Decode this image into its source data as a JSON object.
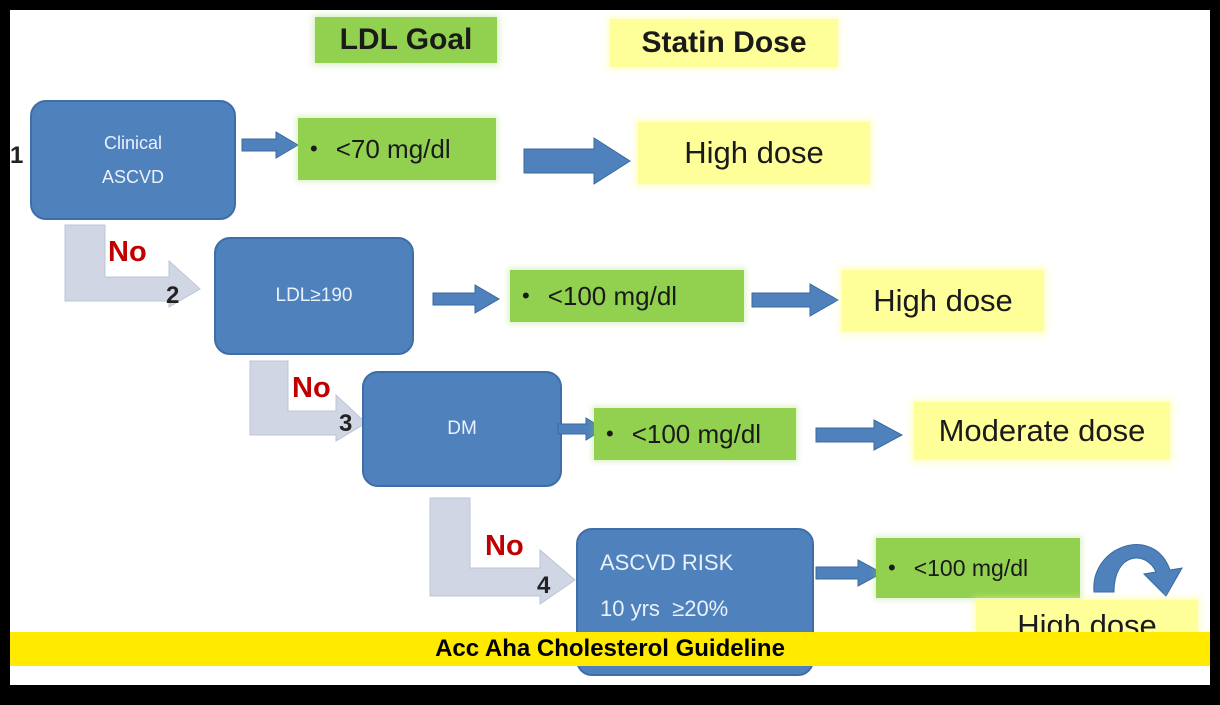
{
  "headers": {
    "ldl_goal": "LDL Goal",
    "statin_dose": "Statin Dose"
  },
  "steps": [
    {
      "number": "1",
      "label_lines": [
        "Clinical",
        "ASCVD"
      ],
      "goal": "<70 mg/dl",
      "dose": "High dose"
    },
    {
      "number": "2",
      "no_label": "No",
      "label_lines": [
        "LDL≥190"
      ],
      "goal": "<100 mg/dl",
      "dose": "High dose"
    },
    {
      "number": "3",
      "no_label": "No",
      "label_lines": [
        "DM"
      ],
      "goal": "<100 mg/dl",
      "dose": "Moderate dose"
    },
    {
      "number": "4",
      "no_label": "No",
      "label_lines": [
        "ASCVD RISK",
        "10 yrs  ≥20%"
      ],
      "goal": "<100 mg/dl",
      "dose": "High dose"
    }
  ],
  "bullet": "•",
  "caption": "Acc Aha Cholesterol Guideline",
  "colors": {
    "node_blue": "#4f81bd",
    "goal_green": "#92d050",
    "dose_yellow": "#ffff99",
    "no_red": "#c00000",
    "caption_yellow": "#ffea00",
    "elbow_grey": "#d0d6e4"
  }
}
